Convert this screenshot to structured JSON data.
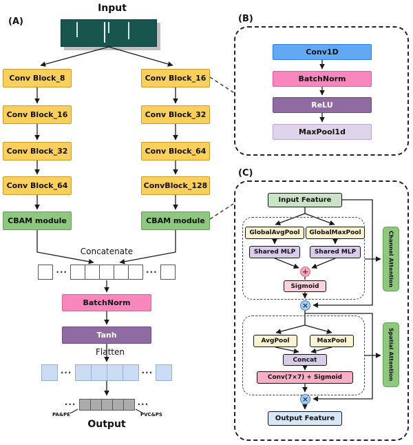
{
  "palette": {
    "yellow_block": "#FBCF5B",
    "green_block": "#8DC87E",
    "pink_block": "#F887BE",
    "purple_block": "#8F6BA2",
    "blue_block": "#62A9F5",
    "lavender_block": "#DFD4EA",
    "light_green": "#C9E4C5",
    "light_blue": "#D7E7F8",
    "teal_image": "#17554E"
  },
  "panelA": {
    "label": "(A)",
    "input_label": "Input",
    "left_column": [
      {
        "label": "Conv Block_8"
      },
      {
        "label": "Conv Block_16"
      },
      {
        "label": "Conv Block_32"
      },
      {
        "label": "Conv Block_64"
      },
      {
        "label": "CBAM module"
      }
    ],
    "right_column": [
      {
        "label": "Conv Block_16"
      },
      {
        "label": "Conv Block_32"
      },
      {
        "label": "Conv Block_64"
      },
      {
        "label": "ConvBlock_128"
      },
      {
        "label": "CBAM module"
      }
    ],
    "concatenate_label": "Concatenate",
    "batchnorm_label": "BatchNorm",
    "tanh_label": "Tanh",
    "flatten_label": "Flatten",
    "class_left": "PA&PE",
    "class_right": "PVC&PS",
    "output_label": "Output",
    "dots": "···"
  },
  "panelB": {
    "label": "(B)",
    "blocks": [
      {
        "label": "Conv1D"
      },
      {
        "label": "BatchNorm"
      },
      {
        "label": "ReLU"
      },
      {
        "label": "MaxPool1d"
      }
    ]
  },
  "panelC": {
    "label": "(C)",
    "input_feature": "Input Feature",
    "global_avg_pool": "GlobalAvgPool",
    "global_max_pool": "GlobalMaxPool",
    "shared_mlp": "Shared MLP",
    "sigmoid": "Sigmoid",
    "channel_attention": "Channel Attention",
    "avg_pool": "AvgPool",
    "max_pool": "MaxPool",
    "concat": "Concat",
    "conv_sigmoid": "Conv(7×7) + Sigmoid",
    "spatial_attention": "Spatial Attention",
    "output_feature": "Output Feature",
    "plus_symbol": "+",
    "multiply_symbol": "×"
  }
}
